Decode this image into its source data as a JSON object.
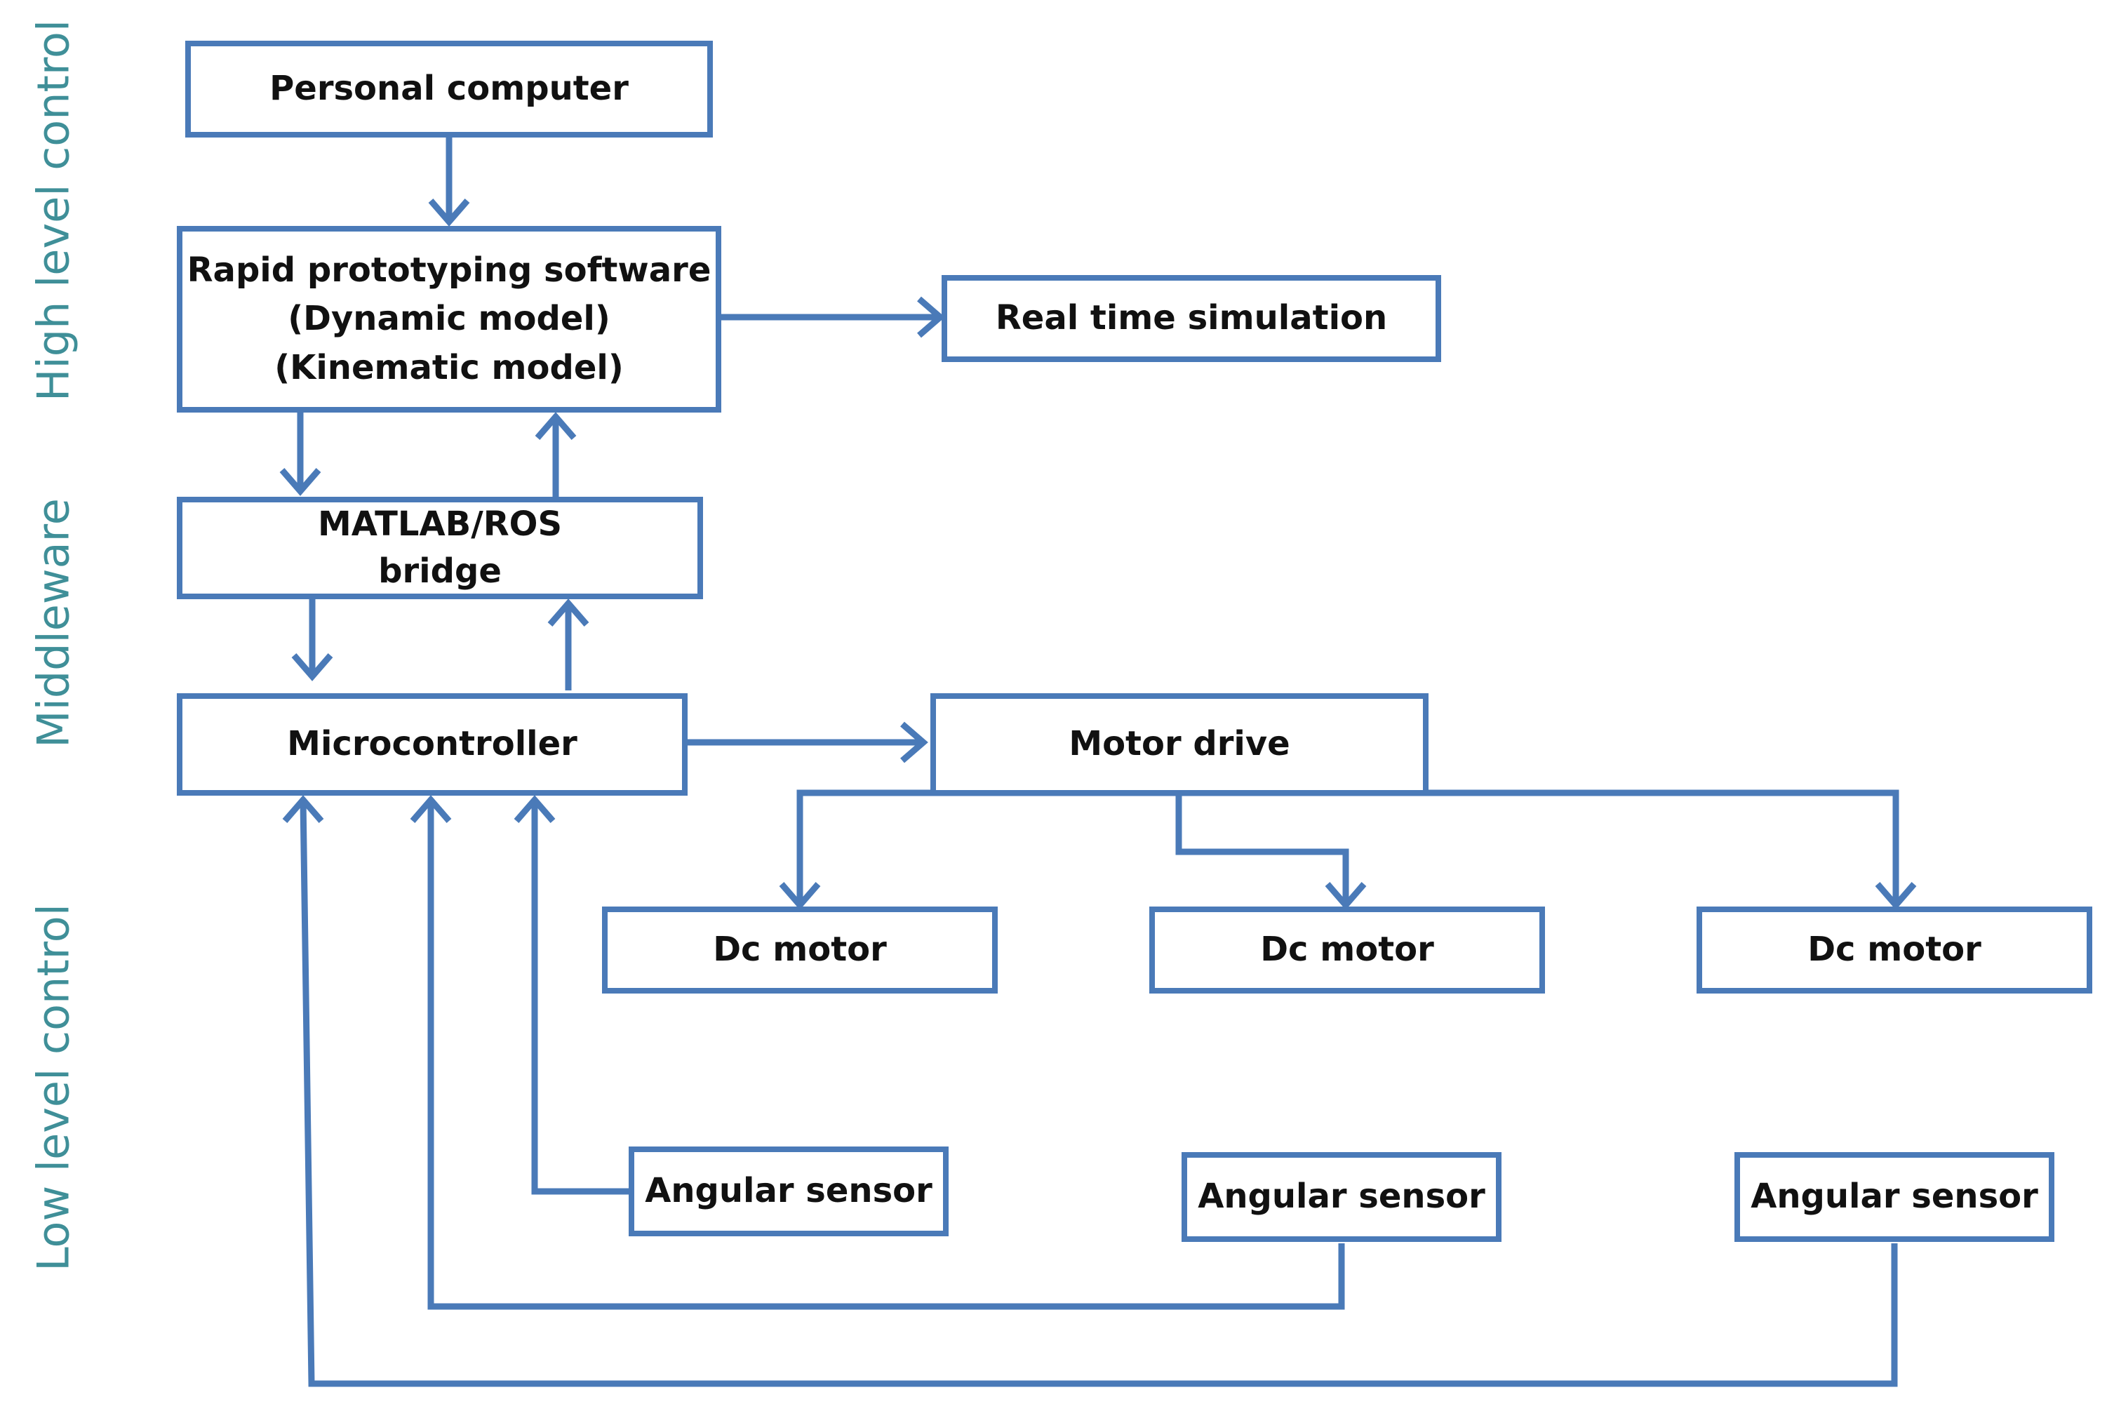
{
  "colors": {
    "box_border": "#4a7ab8",
    "arrow": "#4a7ab8",
    "tier_label": "#3f8f98",
    "text": "#111111"
  },
  "tiers": {
    "high": "High level control",
    "middle": "Middleware",
    "low": "Low level control"
  },
  "nodes": {
    "personal_computer": "Personal computer",
    "rapid_line1": "Rapid prototyping software",
    "rapid_line2": "(Dynamic model)",
    "rapid_line3": "(Kinematic model)",
    "real_time_simulation": "Real time simulation",
    "bridge_line1": "MATLAB/ROS",
    "bridge_line2": "bridge",
    "microcontroller": "Microcontroller",
    "motor_drive": "Motor drive",
    "dc_motor_1": "Dc motor",
    "dc_motor_2": "Dc motor",
    "dc_motor_3": "Dc motor",
    "angular_sensor_1": "Angular sensor",
    "angular_sensor_2": "Angular sensor",
    "angular_sensor_3": "Angular sensor"
  }
}
